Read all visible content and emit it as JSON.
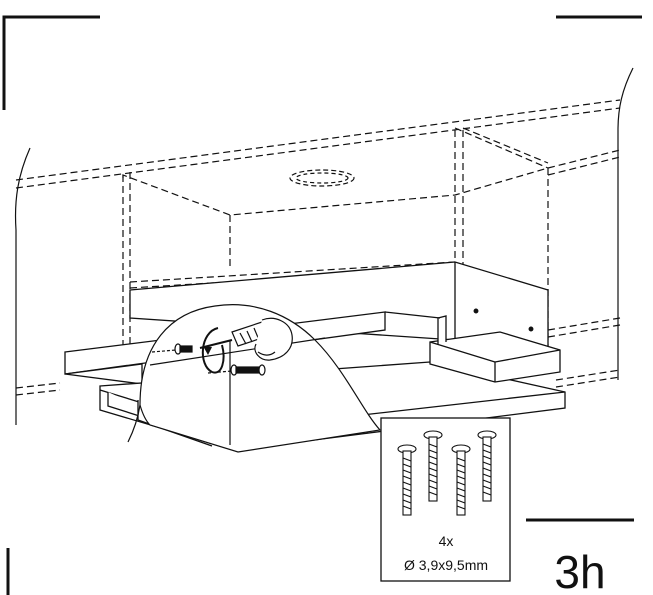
{
  "step": {
    "label": "3h"
  },
  "parts_box": {
    "quantity": "4x",
    "dimension": "Ø 3,9x9,5mm"
  },
  "colors": {
    "ink": "#111111",
    "paper": "#ffffff"
  }
}
